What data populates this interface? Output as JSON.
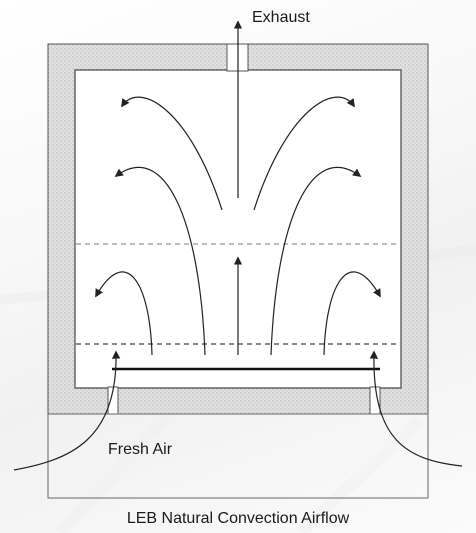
{
  "labels": {
    "exhaust": "Exhaust",
    "fresh_air": "Fresh Air"
  },
  "caption": "LEB  Natural Convection Airflow",
  "colors": {
    "insulation": "#d8d8d8",
    "line": "#333333",
    "dashed": "#888888"
  }
}
